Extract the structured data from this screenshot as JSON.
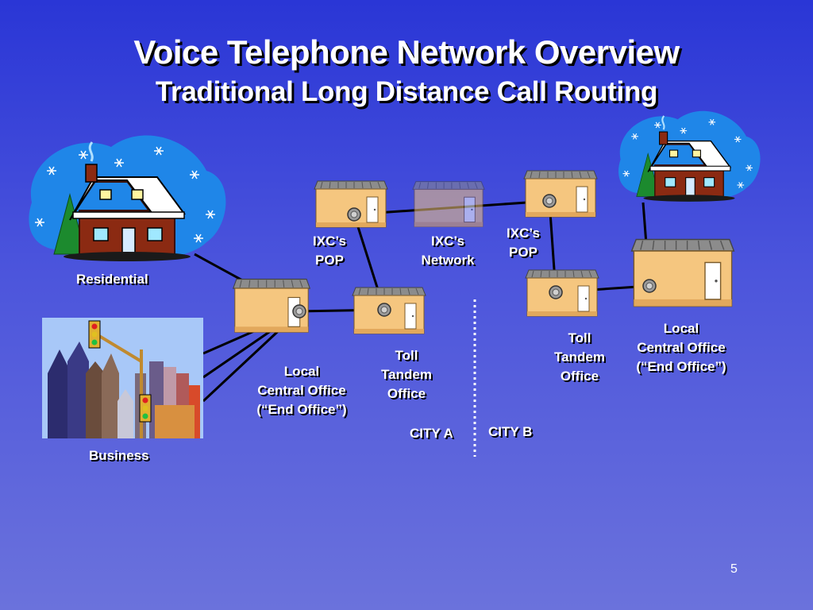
{
  "slide": {
    "title": "Voice Telephone Network Overview",
    "subtitle": "Traditional Long Distance Call Routing",
    "page_number": "5"
  },
  "labels": {
    "residential": "Residential",
    "business": "Business",
    "ixc_pop_a": [
      "IXC’s",
      "POP"
    ],
    "ixc_network": [
      "IXC’s",
      "Network"
    ],
    "ixc_pop_b": [
      "IXC’s",
      "POP"
    ],
    "local_co_a": [
      "Local",
      "Central Office",
      "(“End Office”)"
    ],
    "toll_tandem_a": [
      "Toll",
      "Tandem",
      "Office"
    ],
    "toll_tandem_b": [
      "Toll",
      "Tandem",
      "Office"
    ],
    "local_co_b": [
      "Local",
      "Central Office",
      "(“End Office”)"
    ],
    "city_a": "CITY A",
    "city_b": "CITY B"
  },
  "colors": {
    "background_top": "#2a36d6",
    "background_bottom": "#6b72dc",
    "building_wall": "#f5c67f",
    "building_roof": "#8a8a8a",
    "text": "#ffffff"
  },
  "icons": [
    "residential-house-icon",
    "business-city-icon",
    "office-building-icon",
    "network-building-icon",
    "switch-node-icon"
  ]
}
